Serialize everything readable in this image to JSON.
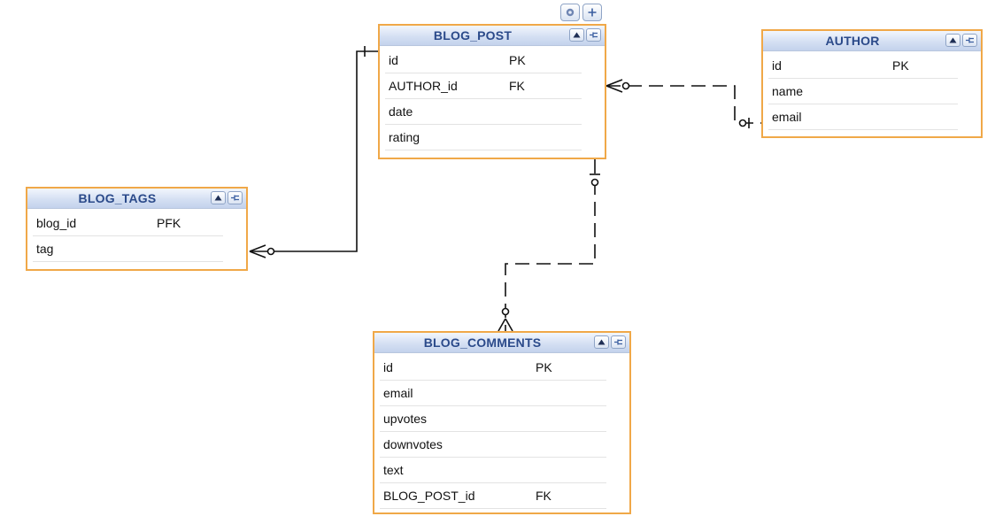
{
  "entities": {
    "blog_post": {
      "title": "BLOG_POST",
      "fields": [
        {
          "name": "id",
          "key": "PK"
        },
        {
          "name": "AUTHOR_id",
          "key": "FK"
        },
        {
          "name": "date",
          "key": ""
        },
        {
          "name": "rating",
          "key": ""
        }
      ]
    },
    "author": {
      "title": "AUTHOR",
      "fields": [
        {
          "name": "id",
          "key": "PK"
        },
        {
          "name": "name",
          "key": ""
        },
        {
          "name": "email",
          "key": ""
        }
      ]
    },
    "blog_tags": {
      "title": "BLOG_TAGS",
      "fields": [
        {
          "name": "blog_id",
          "key": "PFK"
        },
        {
          "name": "tag",
          "key": ""
        }
      ]
    },
    "blog_comments": {
      "title": "BLOG_COMMENTS",
      "fields": [
        {
          "name": "id",
          "key": "PK"
        },
        {
          "name": "email",
          "key": ""
        },
        {
          "name": "upvotes",
          "key": ""
        },
        {
          "name": "downvotes",
          "key": ""
        },
        {
          "name": "text",
          "key": ""
        },
        {
          "name": "BLOG_POST_id",
          "key": "FK"
        }
      ]
    }
  },
  "icons": {
    "settings": "gear-icon",
    "add": "plus-icon",
    "collapse": "triangle-up-icon",
    "pin": "pin-icon"
  },
  "colors": {
    "entity_border": "#f0a848",
    "header_text": "#2b4a8a",
    "connector": "#111111"
  }
}
